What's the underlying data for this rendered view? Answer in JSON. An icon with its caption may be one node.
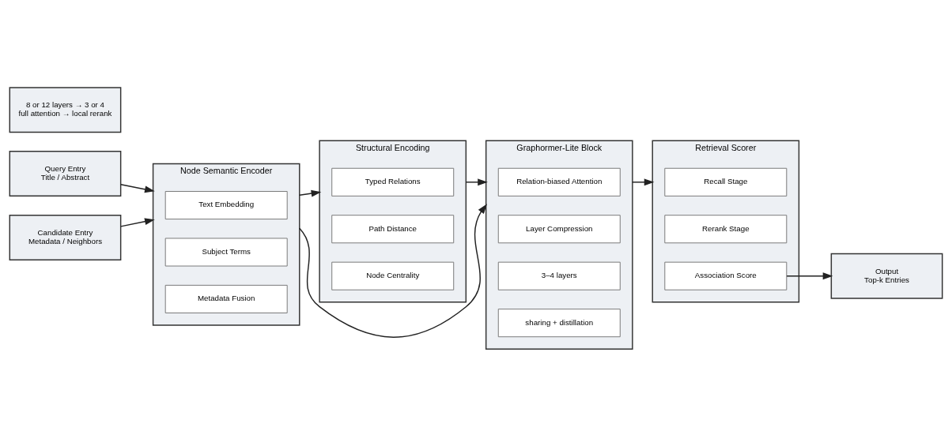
{
  "diagram": {
    "nodes": [
      {
        "text": [
          "Query Entry",
          "Title / Abstract"
        ]
      },
      {
        "text": [
          "Candidate Entry",
          "Metadata / Neighbors"
        ]
      },
      {
        "text": [
          "Node Semantic Encoder"
        ]
      },
      {
        "text": [
          "Text Embedding"
        ],
        "in": 2
      },
      {
        "text": [
          "Subject Terms"
        ],
        "in": 2
      },
      {
        "text": [
          "Metadata Fusion"
        ],
        "in": 2
      },
      {
        "text": [
          "Structural Encoding"
        ]
      },
      {
        "text": [
          "Typed Relations"
        ],
        "in": 6
      },
      {
        "text": [
          "Path Distance"
        ],
        "in": 6
      },
      {
        "text": [
          "Node Centrality"
        ],
        "in": 6
      },
      {
        "text": [
          "8 or 12 layers → 3 or 4",
          "full attention → local rerank"
        ]
      },
      {
        "text": [
          "Retrieval Scorer"
        ]
      },
      {
        "text": [
          "Recall Stage"
        ],
        "in": 11
      },
      {
        "text": [
          "Rerank Stage"
        ],
        "in": 11
      },
      {
        "text": [
          "Association Score"
        ],
        "in": 11
      },
      {
        "text": [
          "Graphormer-Lite Block"
        ]
      },
      {
        "text": [
          "Relation-biased Attention"
        ],
        "in": 15
      },
      {
        "text": [
          "Layer Compression"
        ],
        "in": 15
      },
      {
        "text": [
          "3–4 layers"
        ],
        "in": 15
      },
      {
        "text": [
          "sharing + distillation"
        ],
        "in": 15
      },
      {
        "text": [
          "Output",
          "Top-k Entries"
        ]
      }
    ],
    "edges": [
      {
        "from": 0,
        "to": 2,
        "arrow": "to"
      },
      {
        "from": 1,
        "to": 2,
        "arrow": "to"
      },
      {
        "from": 2,
        "to": 6,
        "arrow": "to"
      },
      {
        "from": 2,
        "to": 15,
        "arrow": "to"
      },
      {
        "from": 6,
        "to": 15,
        "arrow": "to"
      },
      {
        "from": 15,
        "to": 11,
        "arrow": "to"
      },
      {
        "from": 14,
        "to": 20,
        "arrow": "to"
      }
    ]
  }
}
